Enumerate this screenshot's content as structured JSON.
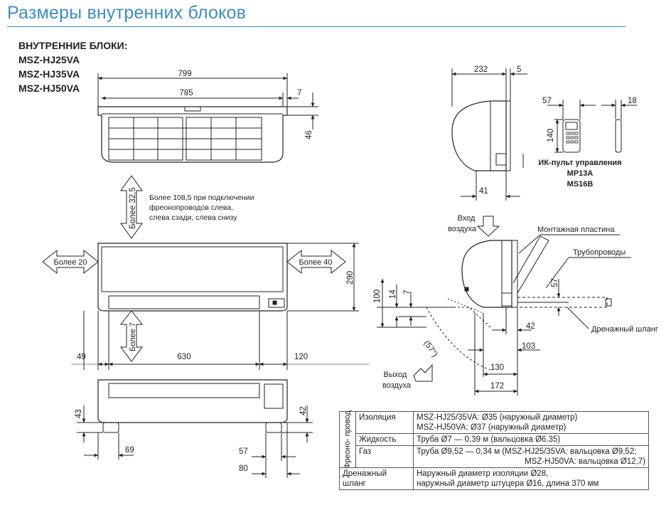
{
  "page": {
    "title": "Размеры внутренних блоков",
    "models_heading": "ВНУТРЕННИЕ БЛОКИ:",
    "models": [
      "MSZ-HJ25VA",
      "MSZ-HJ35VA",
      "MSZ-HJ50VA"
    ]
  },
  "dims": {
    "d799": "799",
    "d785": "785",
    "d7_top": "7",
    "d46": "46",
    "d232": "232",
    "d5": "5",
    "d41": "41",
    "d57_remote": "57",
    "d18": "18",
    "d140": "140",
    "d290": "290",
    "d49": "49",
    "d630": "630",
    "d120": "120",
    "d43": "43",
    "d42_bottom": "42",
    "d69": "69",
    "d57_bottom": "57",
    "d80": "80",
    "d100": "100",
    "d14": "14",
    "d7_side": "7",
    "d57_side": "57",
    "d42_side": "42",
    "d103": "103",
    "d130": "130",
    "d172": "172",
    "angle": "(57°)"
  },
  "labels": {
    "clearance_top_label": "Более 32,5",
    "clearance_top_note": [
      "Более 108,5 при подключении",
      "фреонопроводов слева,",
      "слева сзади, слева снизу"
    ],
    "clearance_left": "Более 20",
    "clearance_right": "Более 40",
    "clearance_bottom": "Более 7",
    "remote_title": "ИК-пульт управления",
    "remote_models": [
      "MP13A",
      "MS16B"
    ],
    "air_in": [
      "Вход",
      "воздуха"
    ],
    "air_out": [
      "Выход",
      "воздуха"
    ],
    "mounting_plate": "Монтажная пластина",
    "pipes": "Трубопроводы",
    "drain_hose": "Дренажный шланг"
  },
  "table": {
    "group_label": "Фреоно- провод",
    "rows": [
      {
        "label": "Изоляция",
        "lines": [
          "MSZ-HJ25/35VA: Ø35 (наружный диаметр)",
          "MSZ-HJ50VA: Ø37 (наружный диаметр)"
        ]
      },
      {
        "label": "Жидкость",
        "lines": [
          "Труба Ø7 — 0,39 м (вальцовка Ø6,35)"
        ]
      },
      {
        "label": "Газ",
        "lines": [
          "Труба Ø9,52 — 0,34 м (MSZ-HJ25/35VA: вальцовка Ø9,52;",
          "MSZ-HJ50VA: вальцовка Ø12,7)"
        ]
      }
    ],
    "drain_label": "Дренажный шланг",
    "drain_lines": [
      "Наружный диаметр изоляции Ø28,",
      "наружный диаметр штуцера Ø16, длина 370 мм"
    ]
  }
}
